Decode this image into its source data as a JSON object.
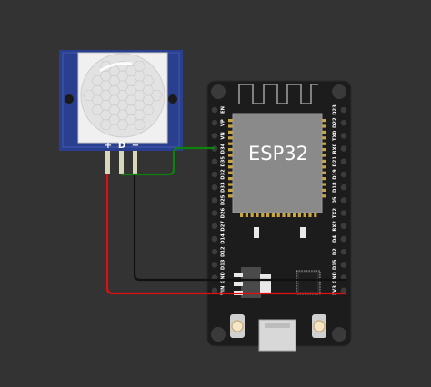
{
  "esp32": {
    "chip_label": "ESP32",
    "left_pins": [
      "EN",
      "VP",
      "VN",
      "D34",
      "D35",
      "D32",
      "D33",
      "D25",
      "D26",
      "D27",
      "D14",
      "D12",
      "D13",
      "GND",
      "VIN"
    ],
    "right_pins": [
      "D23",
      "D22",
      "TX0",
      "RX0",
      "D21",
      "D19",
      "D18",
      "D5",
      "TX2",
      "RX2",
      "D4",
      "D2",
      "D15",
      "GND",
      "3V3"
    ]
  },
  "pir_sensor": {
    "pin_plus": "+",
    "pin_data": "D",
    "pin_minus": "−"
  },
  "colors": {
    "background": "#333333",
    "wire_power": "#e01010",
    "wire_ground": "#111111",
    "wire_signal": "#108010",
    "board": "#1c1c1c",
    "chip": "#8a8a8a",
    "sensor_pcb": "#2a3f8f"
  }
}
